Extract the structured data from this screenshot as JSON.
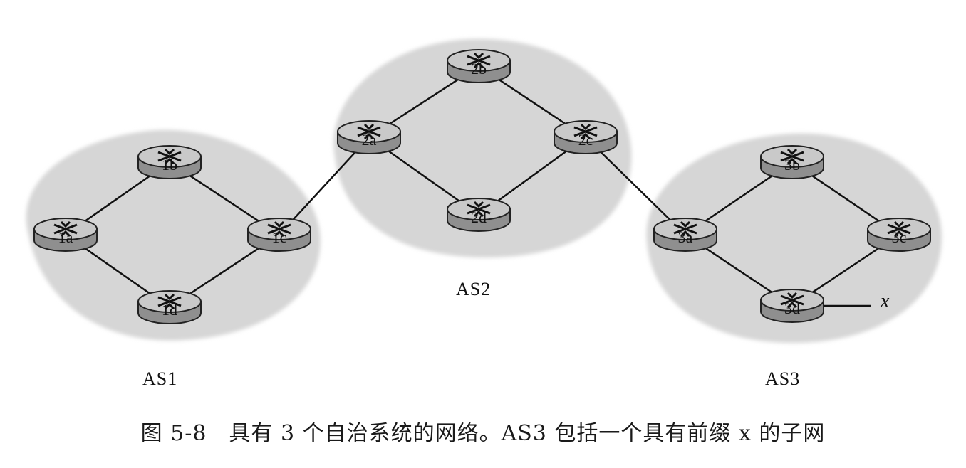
{
  "autonomous_systems": [
    {
      "id": "AS1",
      "label": "AS1"
    },
    {
      "id": "AS2",
      "label": "AS2"
    },
    {
      "id": "AS3",
      "label": "AS3"
    }
  ],
  "routers": [
    {
      "id": "1a",
      "label": "1a",
      "as": "AS1"
    },
    {
      "id": "1b",
      "label": "1b",
      "as": "AS1"
    },
    {
      "id": "1c",
      "label": "1c",
      "as": "AS1"
    },
    {
      "id": "1d",
      "label": "1d",
      "as": "AS1"
    },
    {
      "id": "2a",
      "label": "2a",
      "as": "AS2"
    },
    {
      "id": "2b",
      "label": "2b",
      "as": "AS2"
    },
    {
      "id": "2c",
      "label": "2c",
      "as": "AS2"
    },
    {
      "id": "2d",
      "label": "2d",
      "as": "AS2"
    },
    {
      "id": "3a",
      "label": "3a",
      "as": "AS3"
    },
    {
      "id": "3b",
      "label": "3b",
      "as": "AS3"
    },
    {
      "id": "3c",
      "label": "3c",
      "as": "AS3"
    },
    {
      "id": "3d",
      "label": "3d",
      "as": "AS3"
    }
  ],
  "links": [
    [
      "1a",
      "1b"
    ],
    [
      "1b",
      "1c"
    ],
    [
      "1a",
      "1d"
    ],
    [
      "1d",
      "1c"
    ],
    [
      "1c",
      "2a"
    ],
    [
      "2a",
      "2b"
    ],
    [
      "2b",
      "2c"
    ],
    [
      "2a",
      "2d"
    ],
    [
      "2d",
      "2c"
    ],
    [
      "2c",
      "3a"
    ],
    [
      "3a",
      "3b"
    ],
    [
      "3b",
      "3c"
    ],
    [
      "3a",
      "3d"
    ],
    [
      "3d",
      "3c"
    ]
  ],
  "subnet": {
    "label": "x",
    "attached_to": "3d"
  },
  "caption": "图 5-8　具有 3 个自治系统的网络。AS3 包括一个具有前缀 x 的子网",
  "colors": {
    "region_fill": "#d6d6d6",
    "router_top": "#c9c9c9",
    "router_side": "#8f8f8f",
    "line": "#111111"
  }
}
